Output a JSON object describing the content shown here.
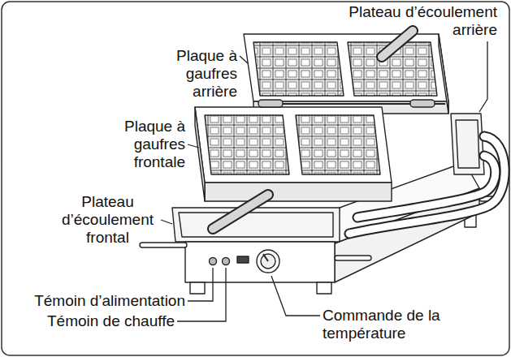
{
  "diagram": {
    "labels": [
      "Plateau d’écoulement arrière",
      "Plaque à gaufres arrière",
      "Plaque à gaufres frontale",
      "Plateau d’écoulement frontal",
      "Témoin d’alimentation",
      "Témoin de chauffe",
      "Commande de la température"
    ]
  }
}
